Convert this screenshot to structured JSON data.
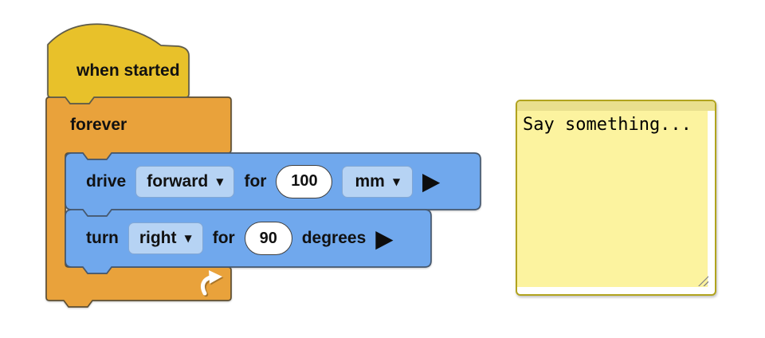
{
  "blocks": {
    "hat": {
      "label": "when started"
    },
    "forever": {
      "label": "forever"
    },
    "drive": {
      "label": "drive",
      "direction": "forward",
      "for_label": "for",
      "distance": "100",
      "unit": "mm"
    },
    "turn": {
      "label": "turn",
      "direction": "right",
      "for_label": "for",
      "angle": "90",
      "unit_label": "degrees"
    }
  },
  "note": {
    "text": "Say something..."
  },
  "icons": {
    "dropdown_caret": "▼",
    "expand_arrow": "▶",
    "loop_arrow": "curved-up-arrow"
  },
  "colors": {
    "hat-fill": "#E8C12A",
    "hat-stroke": "#5E5B4A",
    "forever-fill": "#E9A23B",
    "forever-stroke": "#5E4F33",
    "blue-fill": "#70A8ED",
    "blue-stroke": "#46586E",
    "dropdown-fill": "#B6D3F4",
    "dropdown-stroke": "#82A7D4",
    "oval-fill": "#FFFFFF",
    "oval-stroke": "#3F3F3F",
    "text": "#111111",
    "note-border": "#B1A31E",
    "note-header": "#E9DF8E",
    "note-body": "#FCF39F",
    "note-text": "#000000",
    "arrow": "#FFFFFF"
  }
}
